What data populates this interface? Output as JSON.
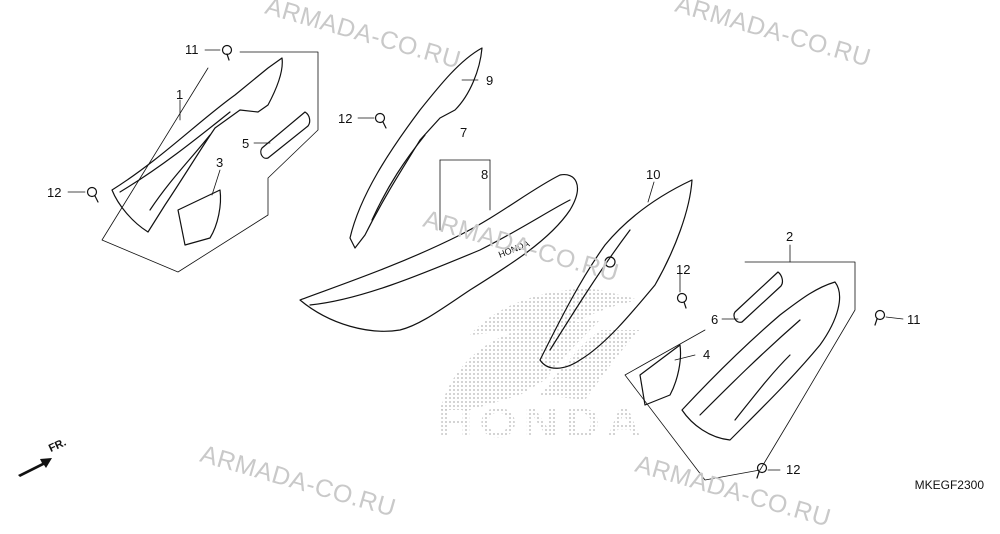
{
  "watermark": "ARMADA-CO.RU",
  "brand_logo": "HONDA",
  "seat_badge": "HONDA",
  "direction_label": "FR.",
  "diagram_code": "MKEGF2300",
  "callouts": {
    "c1": "1",
    "c2": "2",
    "c3": "3",
    "c4": "4",
    "c5": "5",
    "c6": "6",
    "c7": "7",
    "c8": "8",
    "c9": "9",
    "c10": "10",
    "c11a": "11",
    "c11b": "11",
    "c12a": "12",
    "c12b": "12",
    "c12c": "12",
    "c12d": "12"
  },
  "colors": {
    "line": "#111111",
    "watermark": "#c9c9c9",
    "logo_dots": "#b5b5b5"
  }
}
